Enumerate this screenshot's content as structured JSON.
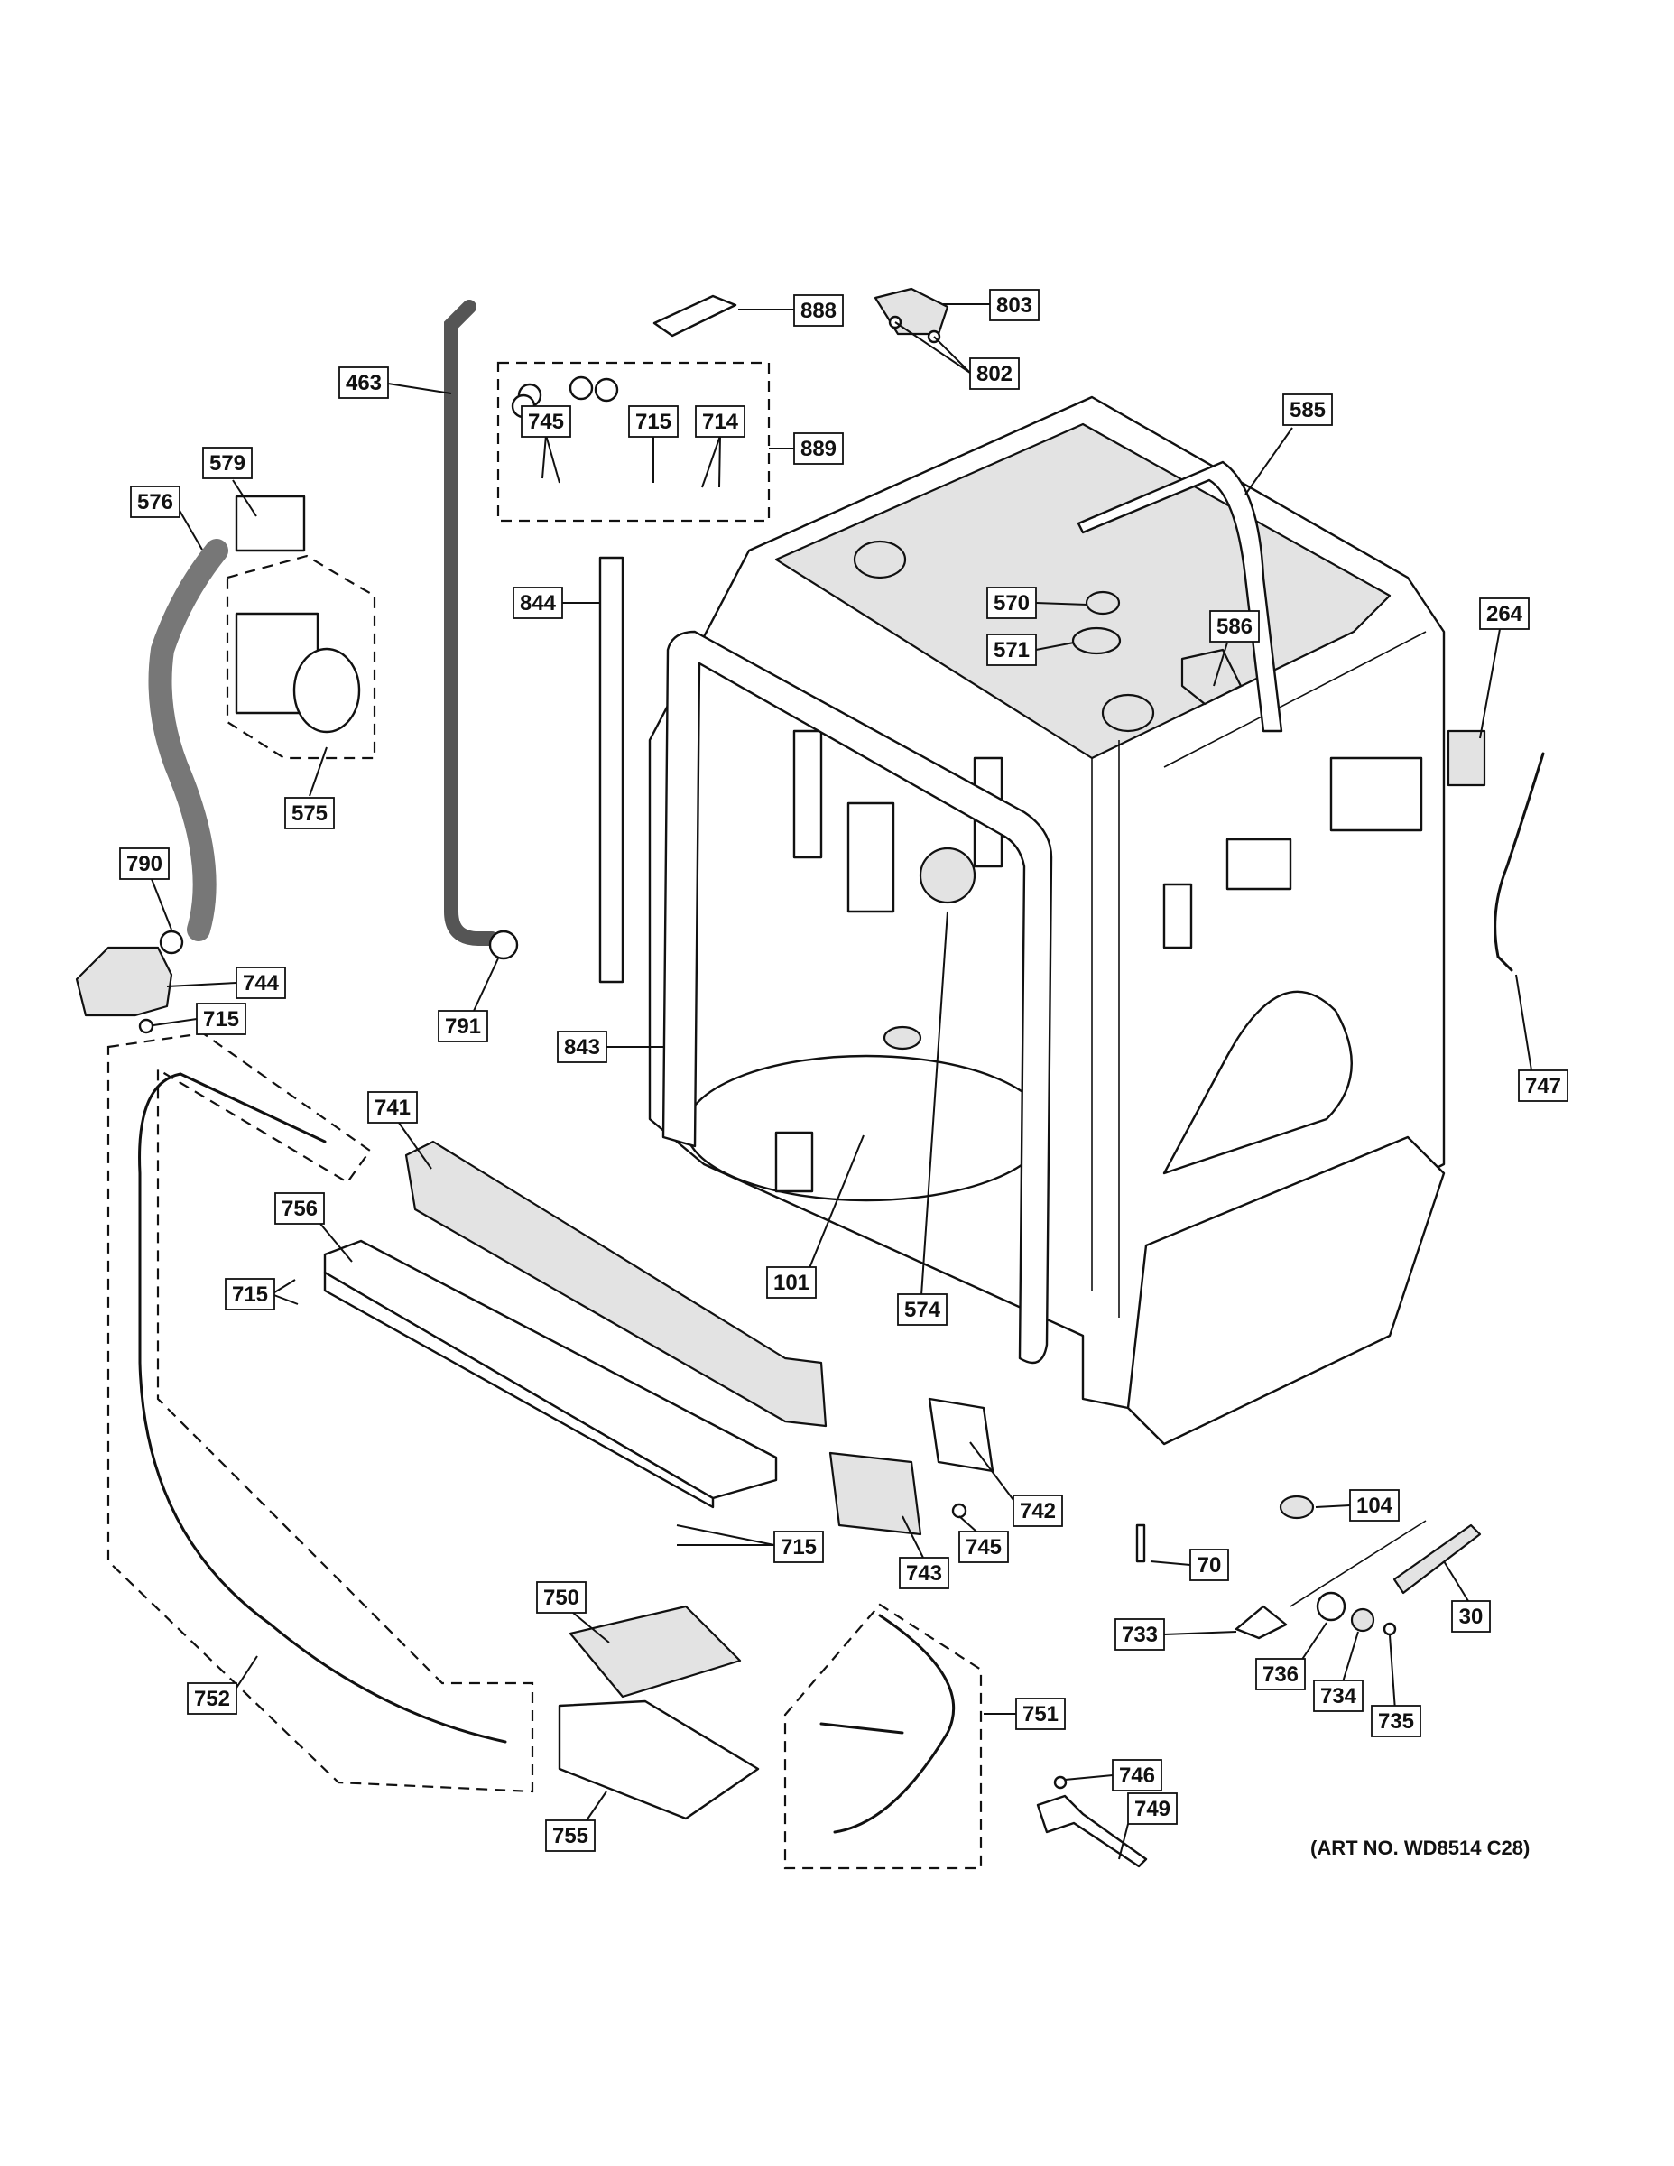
{
  "diagram": {
    "art_number": "(ART NO. WD8514 C28)",
    "callouts": [
      "463",
      "888",
      "803",
      "802",
      "745",
      "715",
      "714",
      "889",
      "585",
      "579",
      "576",
      "575",
      "844",
      "570",
      "571",
      "586",
      "264",
      "790",
      "744",
      "715",
      "791",
      "843",
      "747",
      "741",
      "756",
      "715",
      "101",
      "574",
      "742",
      "743",
      "745",
      "715",
      "104",
      "70",
      "30",
      "733",
      "736",
      "734",
      "735",
      "750",
      "751",
      "752",
      "755",
      "746",
      "749"
    ]
  }
}
